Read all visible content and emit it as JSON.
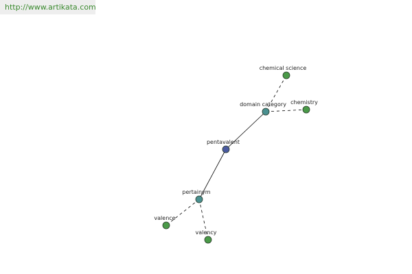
{
  "header": {
    "url": "http://www.artikata.com"
  },
  "colors": {
    "center_node": "#4a5aa0",
    "relation_node": "#4a9090",
    "leaf_node": "#4a9a48",
    "node_stroke": "#2a3a2a",
    "url_text": "#3a8a2e"
  },
  "graph": {
    "nodes": [
      {
        "id": "pentavalent",
        "label": "pentavalent",
        "kind": "center"
      },
      {
        "id": "domain_category",
        "label": "domain category",
        "kind": "relation"
      },
      {
        "id": "chemical_science",
        "label": "chemical science",
        "kind": "leaf"
      },
      {
        "id": "chemistry",
        "label": "chemistry",
        "kind": "leaf"
      },
      {
        "id": "pertainym",
        "label": "pertainym",
        "kind": "relation"
      },
      {
        "id": "valence",
        "label": "valence",
        "kind": "leaf"
      },
      {
        "id": "valency",
        "label": "valency",
        "kind": "leaf"
      }
    ],
    "edges": [
      {
        "from": "pentavalent",
        "to": "domain_category",
        "style": "solid"
      },
      {
        "from": "pentavalent",
        "to": "pertainym",
        "style": "solid"
      },
      {
        "from": "domain_category",
        "to": "chemical_science",
        "style": "dashed"
      },
      {
        "from": "domain_category",
        "to": "chemistry",
        "style": "dashed"
      },
      {
        "from": "pertainym",
        "to": "valence",
        "style": "dashed"
      },
      {
        "from": "pertainym",
        "to": "valency",
        "style": "dashed"
      }
    ]
  }
}
